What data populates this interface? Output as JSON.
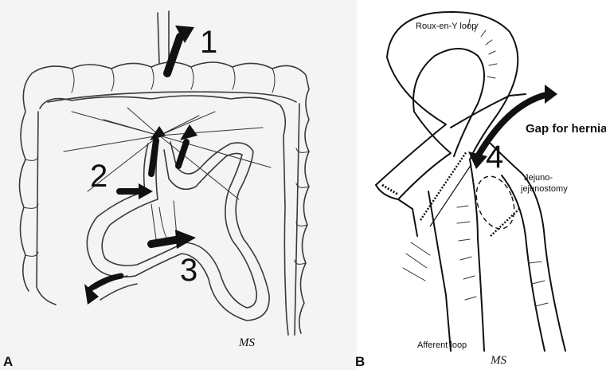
{
  "panel_a": {
    "panel_letter": "A",
    "markers": [
      "1",
      "2",
      "3"
    ],
    "signature": "MS"
  },
  "panel_b": {
    "panel_letter": "B",
    "marker": "4",
    "labels": {
      "roux": "Roux-en-Y loop",
      "gap": "Gap for hernia",
      "jejuno_1": "Jejuno-",
      "jejuno_2": "jejunostomy",
      "afferent": "Afferent loop"
    },
    "signature": "MS"
  },
  "colors": {
    "ink": "#111111",
    "pencil": "#3a3a3a",
    "paper_a": "#f4f4f4",
    "paper_b": "#ffffff"
  }
}
